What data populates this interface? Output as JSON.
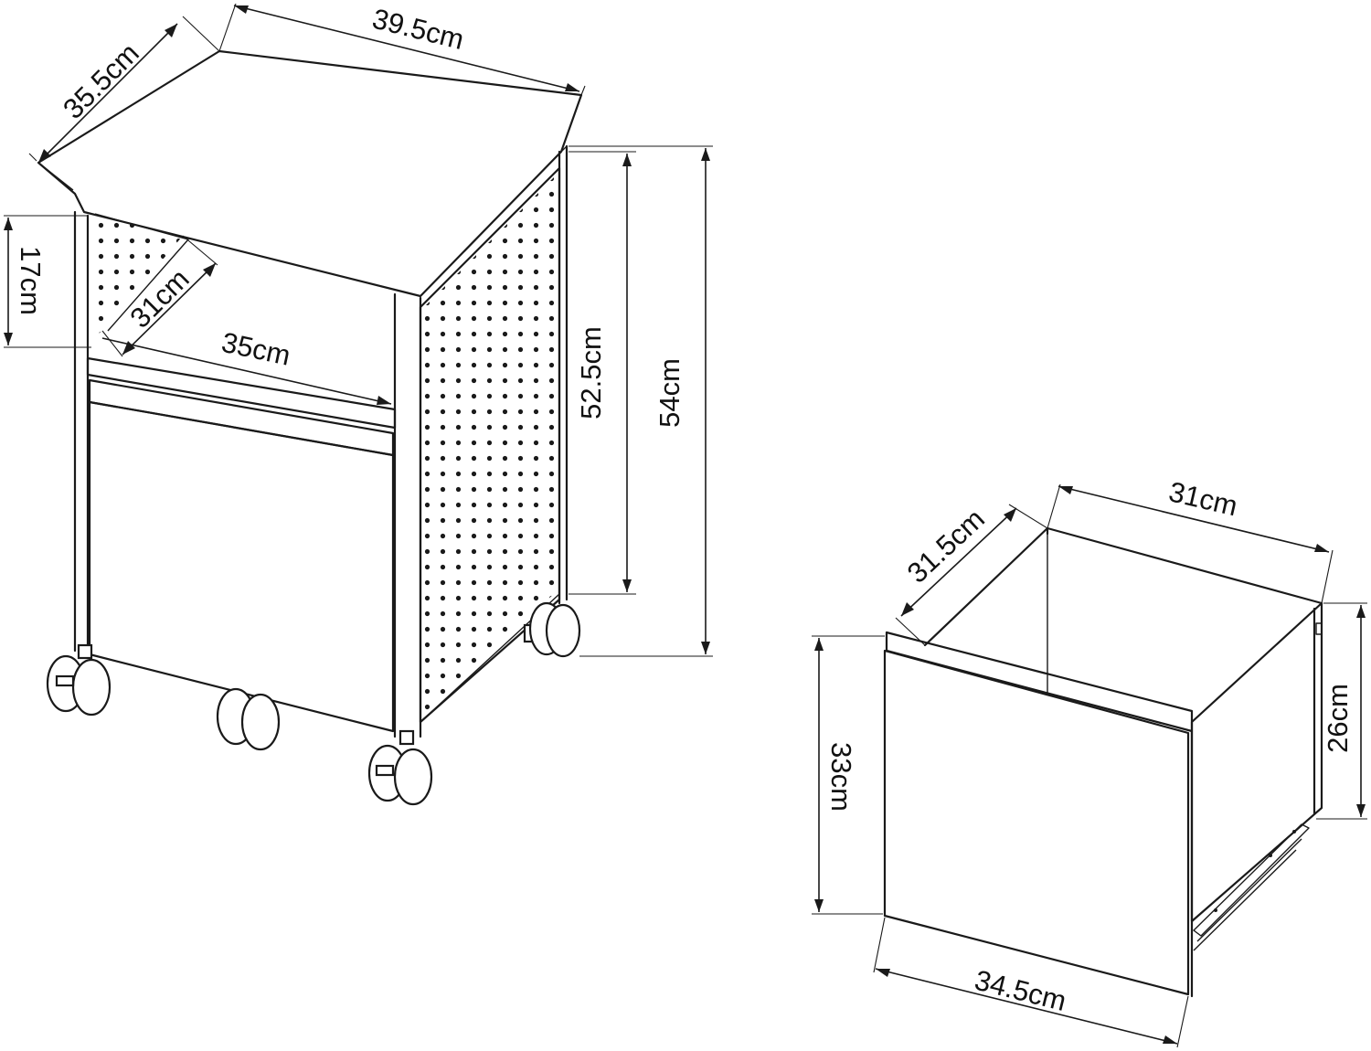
{
  "cabinet": {
    "dims": {
      "top_width": "39.5cm",
      "top_depth": "35.5cm",
      "shelf_height": "17cm",
      "shelf_depth": "31cm",
      "shelf_width": "35cm",
      "body_height": "52.5cm",
      "total_height": "54cm"
    }
  },
  "drawer": {
    "dims": {
      "inner_width": "31cm",
      "inner_depth": "31.5cm",
      "inner_height": "26cm",
      "front_height": "33cm",
      "front_width": "34.5cm"
    }
  },
  "colors": {
    "line": "#1a1a1a",
    "background": "#ffffff"
  }
}
